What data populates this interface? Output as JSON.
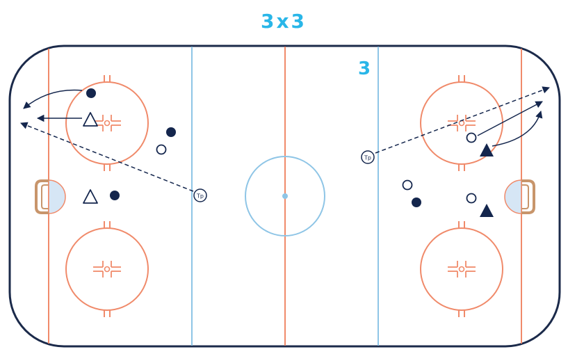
{
  "title": "3x3",
  "zone_number": "3",
  "coach_label": "Tp",
  "colors": {
    "accent": "#29b6e8",
    "boards": "#1b2a4a",
    "red_line": "#f08a6a",
    "blue_line": "#8ec5e6",
    "center_circle": "#8ec5e6",
    "goal_net": "#c8956b",
    "crease": "#d6e6f5",
    "player": "#14264d"
  },
  "legend_icons": [
    "filled-circle-player",
    "open-circle-player",
    "filled-triangle-player",
    "open-triangle-player",
    "coach-marker"
  ]
}
